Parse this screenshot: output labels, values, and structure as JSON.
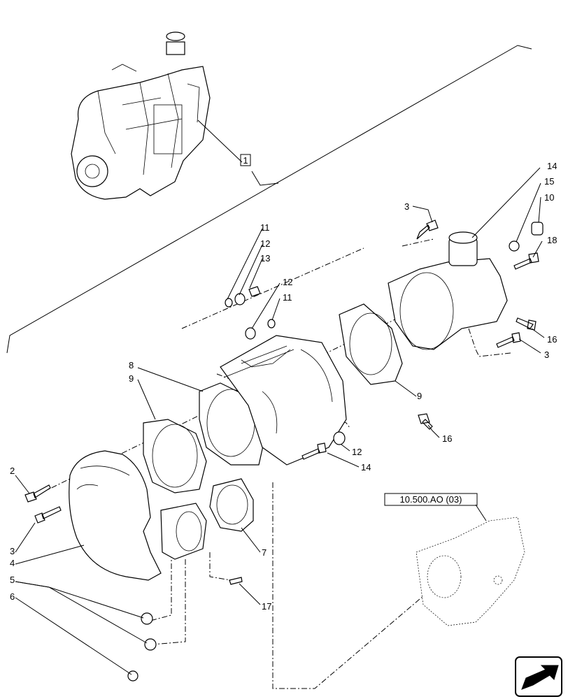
{
  "callouts": {
    "c1": "1",
    "c2": "2",
    "c3a": "3",
    "c3b": "3",
    "c3c": "3",
    "c4": "4",
    "c5": "5",
    "c6": "6",
    "c7": "7",
    "c8": "8",
    "c9a": "9",
    "c9b": "9",
    "c10": "10",
    "c11a": "11",
    "c11b": "11",
    "c12a": "12",
    "c12b": "12",
    "c12c": "12",
    "c13": "13",
    "c14a": "14",
    "c14b": "14",
    "c15": "15",
    "c16a": "16",
    "c16b": "16",
    "c17": "17",
    "c18": "18"
  },
  "reference": {
    "label": "10.500.AO (03)"
  },
  "icons": {
    "nav": "next-page-arrow-icon"
  }
}
